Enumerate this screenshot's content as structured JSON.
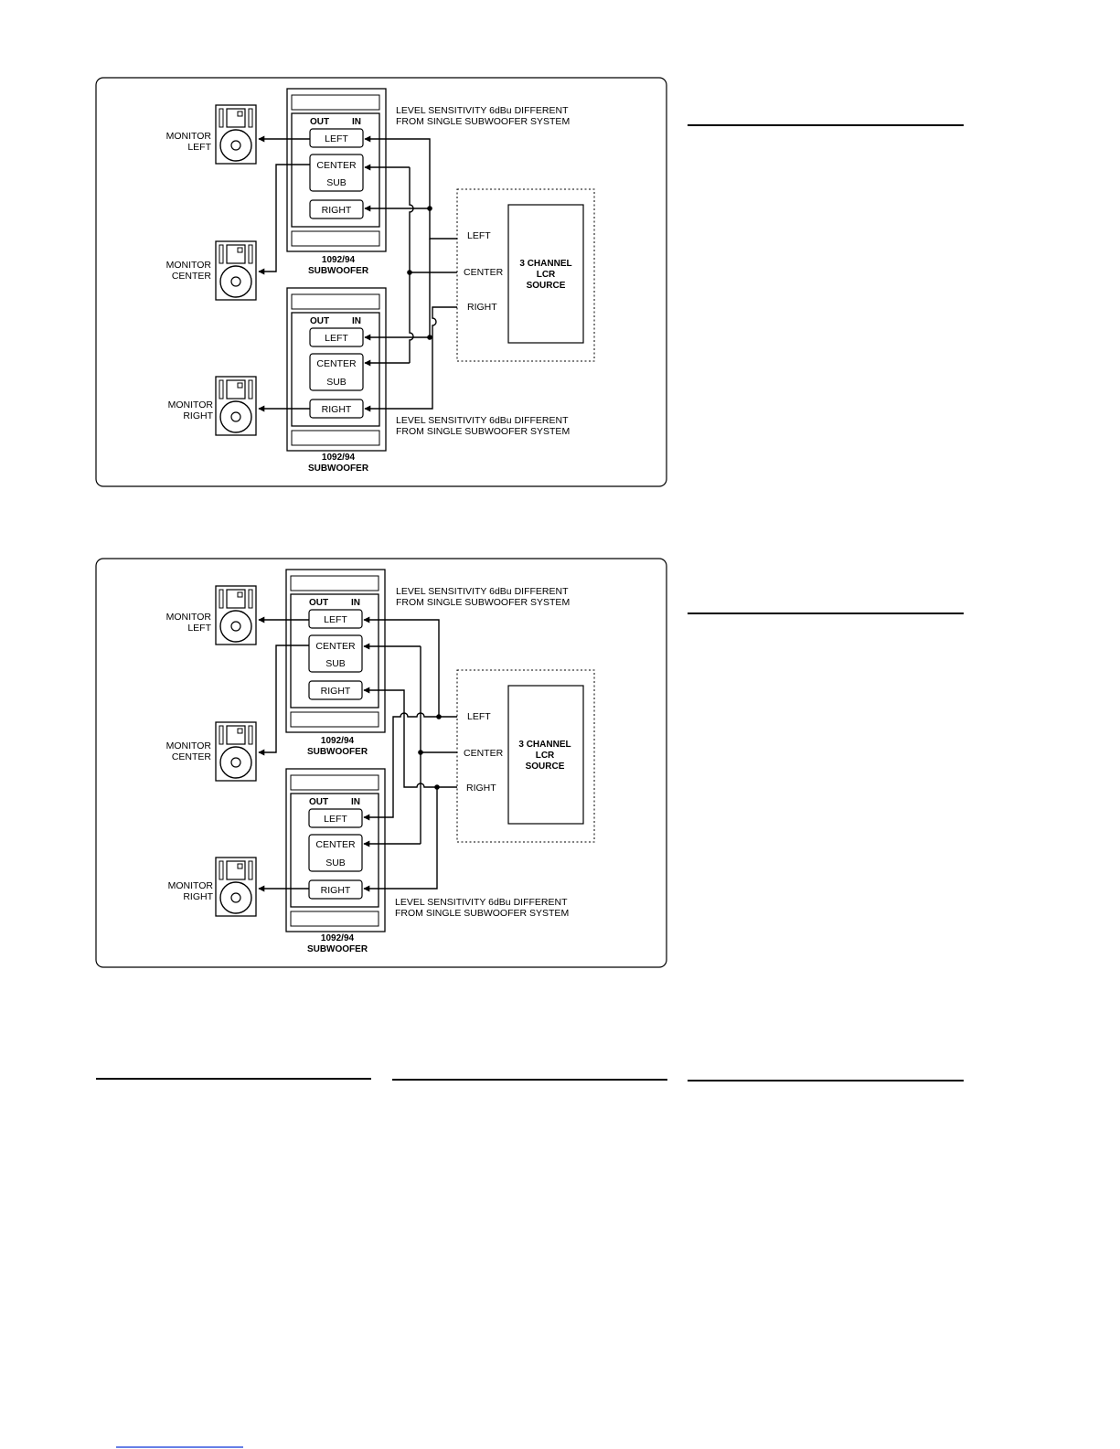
{
  "labels": {
    "monitor": "MONITOR",
    "left": "LEFT",
    "center": "CENTER",
    "right": "RIGHT",
    "sub": "SUB",
    "out": "OUT",
    "in": "IN",
    "model": "1092/94",
    "subwoofer": "SUBWOOFER",
    "note_line1": "LEVEL SENSITIVITY 6dBu DIFFERENT",
    "note_line2": "FROM SINGLE SUBWOOFER SYSTEM",
    "source_line1": "3 CHANNEL",
    "source_line2": "LCR",
    "source_line3": "SOURCE"
  }
}
